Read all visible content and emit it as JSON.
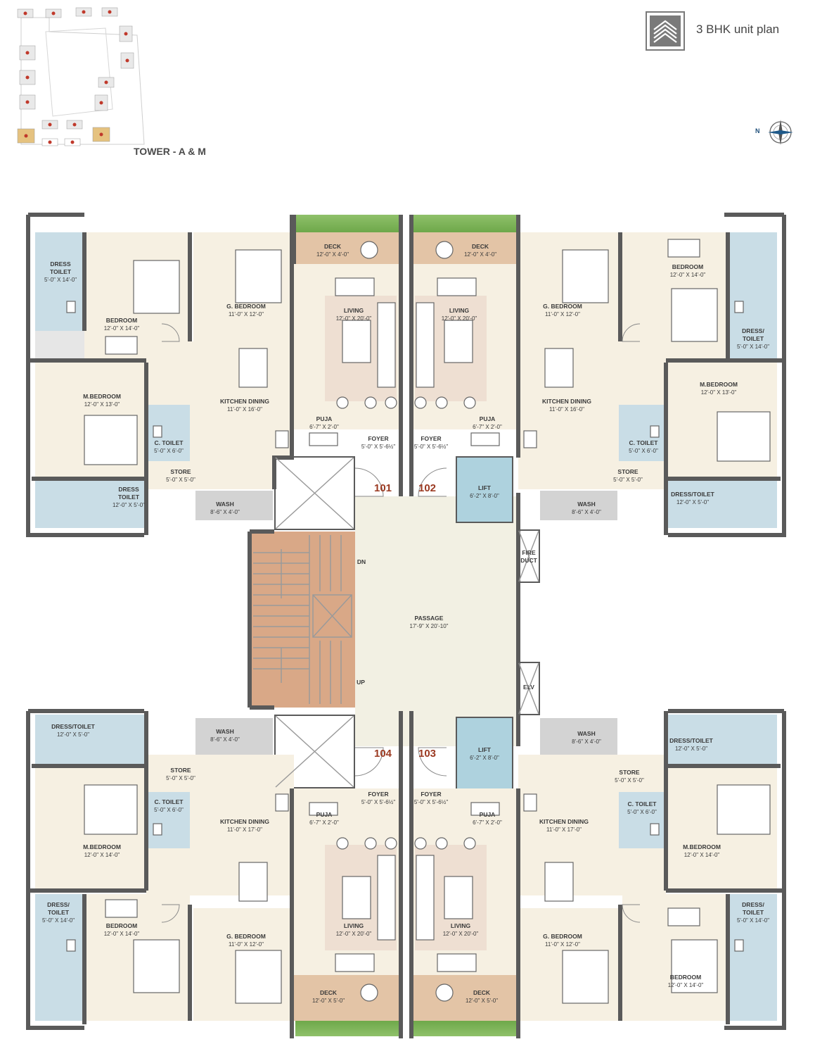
{
  "header": {
    "plan_title": "3 BHK unit plan",
    "tower_label": "TOWER - A & M",
    "compass_label": "N",
    "logo_icon": "house-layers-icon"
  },
  "colors": {
    "wall": "#5a5a5a",
    "cream": "#f6f0e2",
    "bath": "#c9dde6",
    "living": "#eedfd2",
    "deck": "#e3c4a6",
    "stair": "#d9a887",
    "passage": "#f2f0e3",
    "lift": "#aed2de",
    "wash": "#d3d3d3",
    "unit_number": "#9b3a22"
  },
  "units": {
    "u101": {
      "number": "101",
      "deck": {
        "name": "DECK",
        "dim": "12'-0\" X 4'-0\""
      },
      "living": {
        "name": "LIVING",
        "dim": "12'-0\" X 20'-0\""
      },
      "dress_toilet": {
        "name": "DRESS TOILET",
        "dim": "5'-0\" X 14'-0\""
      },
      "bedroom": {
        "name": "BEDROOM",
        "dim": "12'-0\" X 14'-0\""
      },
      "g_bedroom": {
        "name": "G. BEDROOM",
        "dim": "11'-0\" X 12'-0\""
      },
      "m_bedroom": {
        "name": "M.BEDROOM",
        "dim": "12'-0\" X 13'-0\""
      },
      "kitchen": {
        "name": "KITCHEN DINING",
        "dim": "11'-0\" X 16'-0\""
      },
      "puja": {
        "name": "PUJA",
        "dim": "6'-7\" X 2'-0\""
      },
      "foyer": {
        "name": "FOYER",
        "dim": "5'-0\" X 5'-6½\""
      },
      "c_toilet": {
        "name": "C. TOILET",
        "dim": "5'-0\" X 6'-0\""
      },
      "store": {
        "name": "STORE",
        "dim": "5'-0\" X 5'-0\""
      },
      "dress_toilet2": {
        "name": "DRESS TOILET",
        "dim": "12'-0\" X 5'-0\""
      },
      "wash": {
        "name": "WASH",
        "dim": "8'-6\" X 4'-0\""
      }
    },
    "u102": {
      "number": "102",
      "deck": {
        "name": "DECK",
        "dim": "12'-0\" X 4'-0\""
      },
      "living": {
        "name": "LIVING",
        "dim": "12'-0\" X 20'-0\""
      },
      "g_bedroom": {
        "name": "G. BEDROOM",
        "dim": "11'-0\" X 12'-0\""
      },
      "bedroom": {
        "name": "BEDROOM",
        "dim": "12'-0\" X 14'-0\""
      },
      "dress_toilet": {
        "name": "DRESS/ TOILET",
        "dim": "5'-0\" X 14'-0\""
      },
      "m_bedroom": {
        "name": "M.BEDROOM",
        "dim": "12'-0\" X 13'-0\""
      },
      "kitchen": {
        "name": "KITCHEN DINING",
        "dim": "11'-0\" X 16'-0\""
      },
      "puja": {
        "name": "PUJA",
        "dim": "6'-7\" X 2'-0\""
      },
      "foyer": {
        "name": "FOYER",
        "dim": "5'-0\" X 5'-6½\""
      },
      "c_toilet": {
        "name": "C. TOILET",
        "dim": "5'-0\" X 6'-0\""
      },
      "store": {
        "name": "STORE",
        "dim": "5'-0\" X 5'-0\""
      },
      "dress_toilet2": {
        "name": "DRESS/TOILET",
        "dim": "12'-0\" X 5'-0\""
      },
      "wash": {
        "name": "WASH",
        "dim": "8'-6\" X 4'-0\""
      }
    },
    "u103": {
      "number": "103",
      "deck": {
        "name": "DECK",
        "dim": "12'-0\" X 5'-0\""
      },
      "living": {
        "name": "LIVING",
        "dim": "12'-0\" X 20'-0\""
      },
      "g_bedroom": {
        "name": "G. BEDROOM",
        "dim": "11'-0\" X 12'-0\""
      },
      "bedroom": {
        "name": "BEDROOM",
        "dim": "12'-0\" X 14'-0\""
      },
      "dress_toilet": {
        "name": "DRESS/ TOILET",
        "dim": "5'-0\" X 14'-0\""
      },
      "m_bedroom": {
        "name": "M.BEDROOM",
        "dim": "12'-0\" X 14'-0\""
      },
      "kitchen": {
        "name": "KITCHEN DINING",
        "dim": "11'-0\" X 17'-0\""
      },
      "puja": {
        "name": "PUJA",
        "dim": "6'-7\" X 2'-0\""
      },
      "foyer": {
        "name": "FOYER",
        "dim": "5'-0\" X 5'-6½\""
      },
      "c_toilet": {
        "name": "C. TOILET",
        "dim": "5'-0\" X 6'-0\""
      },
      "store": {
        "name": "STORE",
        "dim": "5'-0\" X 5'-0\""
      },
      "dress_toilet2": {
        "name": "DRESS/TOILET",
        "dim": "12'-0\" X 5'-0\""
      },
      "wash": {
        "name": "WASH",
        "dim": "8'-6\" X 4'-0\""
      }
    },
    "u104": {
      "number": "104",
      "deck": {
        "name": "DECK",
        "dim": "12'-0\" X 5'-0\""
      },
      "living": {
        "name": "LIVING",
        "dim": "12'-0\" X 20'-0\""
      },
      "g_bedroom": {
        "name": "G. BEDROOM",
        "dim": "11'-0\" X 12'-0\""
      },
      "bedroom": {
        "name": "BEDROOM",
        "dim": "12'-0\" X 14'-0\""
      },
      "dress_toilet": {
        "name": "DRESS/ TOILET",
        "dim": "5'-0\" X 14'-0\""
      },
      "m_bedroom": {
        "name": "M.BEDROOM",
        "dim": "12'-0\" X 14'-0\""
      },
      "kitchen": {
        "name": "KITCHEN DINING",
        "dim": "11'-0\" X 17'-0\""
      },
      "puja": {
        "name": "PUJA",
        "dim": "6'-7\" X 2'-0\""
      },
      "foyer": {
        "name": "FOYER",
        "dim": "5'-0\" X 5'-6½\""
      },
      "c_toilet": {
        "name": "C. TOILET",
        "dim": "5'-0\" X 6'-0\""
      },
      "store": {
        "name": "STORE",
        "dim": "5'-0\" X 5'-0\""
      },
      "dress_toilet2": {
        "name": "DRESS/TOILET",
        "dim": "12'-0\" X 5'-0\""
      },
      "wash": {
        "name": "WASH",
        "dim": "8'-6\" X 4'-0\""
      }
    }
  },
  "core": {
    "lift_top": {
      "name": "LIFT",
      "dim": "6'-2\" X 8'-0\""
    },
    "lift_bottom": {
      "name": "LIFT",
      "dim": "6'-2\" X 8'-0\""
    },
    "passage": {
      "name": "PASSAGE",
      "dim": "17'-9\" X 20'-10\""
    },
    "fire_duct": "FIRE DUCT",
    "elv": "ELV",
    "stair_dn": "DN",
    "stair_up": "UP"
  }
}
